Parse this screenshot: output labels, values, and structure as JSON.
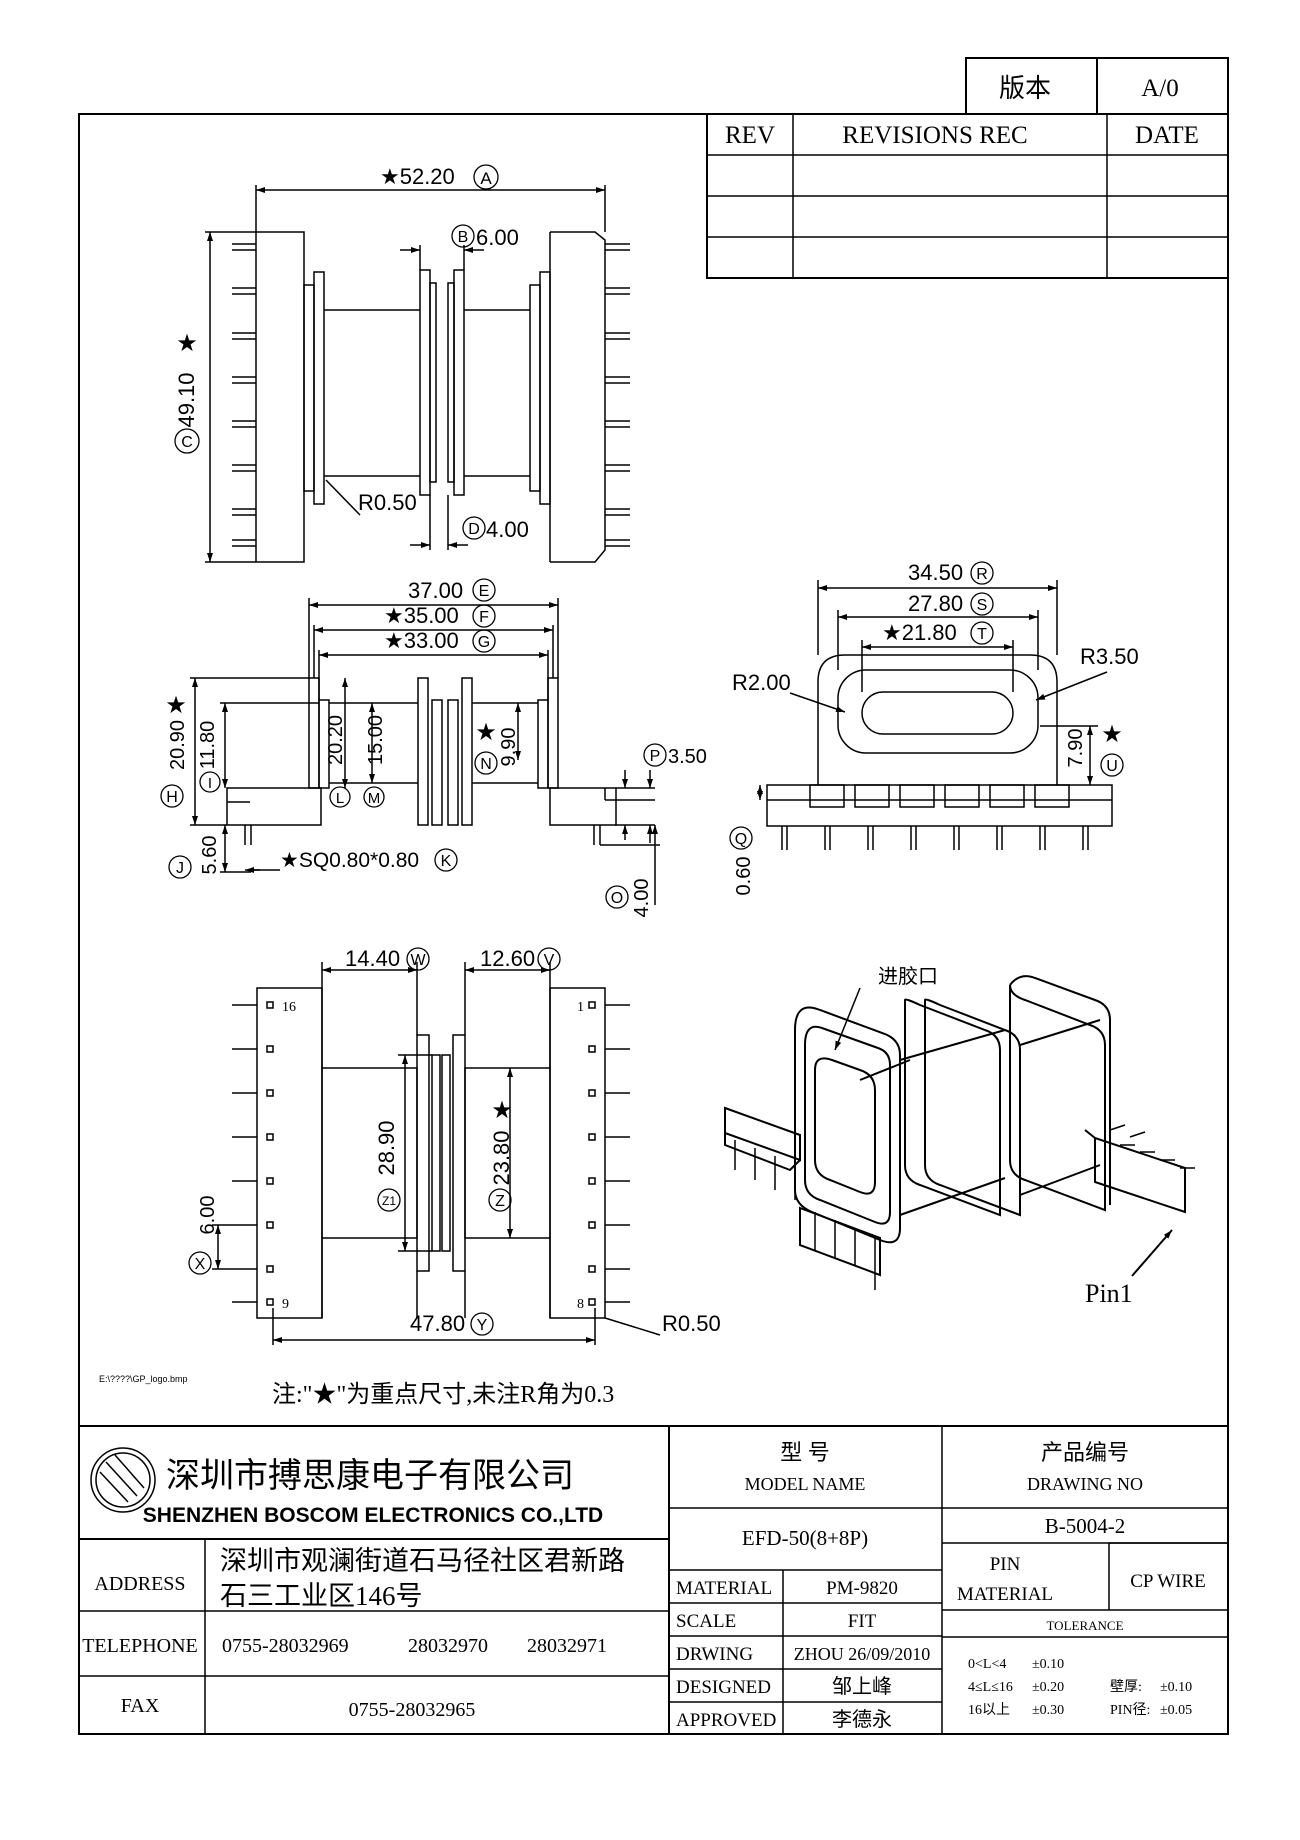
{
  "version_box": {
    "label": "版本",
    "value": "A/0"
  },
  "revisions": {
    "headers": [
      "REV",
      "REVISIONS REC",
      "DATE"
    ],
    "rows": [
      [
        "",
        "",
        ""
      ],
      [
        "",
        "",
        ""
      ],
      [
        "",
        "",
        ""
      ]
    ]
  },
  "top_view": {
    "dim_a": "★52.20",
    "tag_a": "A",
    "dim_b": "6.00",
    "tag_b": "B",
    "dim_c": "49.10",
    "tag_c": "C",
    "star_c": "★",
    "dim_d": "4.00",
    "tag_d": "D",
    "radius": "R0.50"
  },
  "front_view": {
    "dim_e": "37.00",
    "tag_e": "E",
    "dim_f": "★35.00",
    "tag_f": "F",
    "dim_g": "★33.00",
    "tag_g": "G",
    "dim_h": "20.90",
    "tag_h": "H",
    "star_h": "★",
    "dim_i": "11.80",
    "tag_i": "I",
    "dim_l": "20.20",
    "tag_l": "L",
    "dim_m": "15.00",
    "tag_m": "M",
    "dim_n": "9.90",
    "tag_n": "N",
    "star_n": "★",
    "dim_p": "3.50",
    "tag_p": "P",
    "dim_j": "5.60",
    "tag_j": "J",
    "dim_k": "★SQ0.80*0.80",
    "tag_k": "K",
    "dim_o": "4.00",
    "tag_o": "O"
  },
  "side_view": {
    "dim_r": "34.50",
    "tag_r": "R",
    "dim_s": "27.80",
    "tag_s": "S",
    "dim_t": "★21.80",
    "tag_t": "T",
    "radius_big": "R3.50",
    "radius_small": "R2.00",
    "dim_u": "7.90",
    "tag_u": "U",
    "star_u": "★",
    "dim_q": "0.60",
    "tag_q": "Q"
  },
  "bottom_view": {
    "dim_w": "14.40",
    "tag_w": "W",
    "dim_v": "12.60",
    "tag_v": "V",
    "dim_z1": "28.90",
    "tag_z1": "Z1",
    "dim_z": "23.80",
    "tag_z": "Z",
    "star_z": "★",
    "dim_x": "6.00",
    "tag_x": "X",
    "dim_y": "47.80",
    "tag_y": "Y",
    "radius": "R0.50",
    "pin_16": "16",
    "pin_1": "1",
    "pin_9": "9",
    "pin_8": "8"
  },
  "iso_view": {
    "gate_label": "进胶口",
    "pin1_label": "Pin1"
  },
  "logo_path": "E:\\????\\GP_logo.bmp",
  "note": "注:\"★\"为重点尺寸,未注R角为0.3",
  "company": {
    "name_cn": "深圳市搏思康电子有限公司",
    "name_en": "SHENZHEN BOSCOM ELECTRONICS CO.,LTD"
  },
  "address": {
    "label": "ADDRESS",
    "line1": "深圳市观澜街道石马径社区君新路",
    "line2": "石三工业区146号"
  },
  "telephone": {
    "label": "TELEPHONE",
    "numbers": [
      "0755-28032969",
      "28032970",
      "28032971"
    ]
  },
  "fax": {
    "label": "FAX",
    "number": "0755-28032965"
  },
  "model": {
    "label_cn": "型  号",
    "label_en": "MODEL NAME",
    "value": "EFD-50(8+8P)"
  },
  "drawing_no": {
    "label_cn": "产品编号",
    "label_en": "DRAWING NO",
    "value": "B-5004-2"
  },
  "material": {
    "label": "MATERIAL",
    "value": "PM-9820"
  },
  "scale": {
    "label": "SCALE",
    "value": "FIT"
  },
  "drawing": {
    "label": "DRWING",
    "value": "ZHOU 26/09/2010"
  },
  "designed": {
    "label": "DESIGNED",
    "value": "邹上峰"
  },
  "approved": {
    "label": "APPROVED",
    "value": "李德永"
  },
  "pin_material": {
    "label1": "PIN",
    "label2": "MATERIAL",
    "value": "CP WIRE"
  },
  "tolerance": {
    "title": "TOLERANCE",
    "rows": [
      {
        "range": "0<L<4",
        "value": "±0.10",
        "extra_label": "",
        "extra_value": ""
      },
      {
        "range": "4≤L≤16",
        "value": "±0.20",
        "extra_label": "壁厚:",
        "extra_value": "±0.10"
      },
      {
        "range": "16以上",
        "value": "±0.30",
        "extra_label": "PIN径:",
        "extra_value": "±0.05"
      }
    ]
  }
}
